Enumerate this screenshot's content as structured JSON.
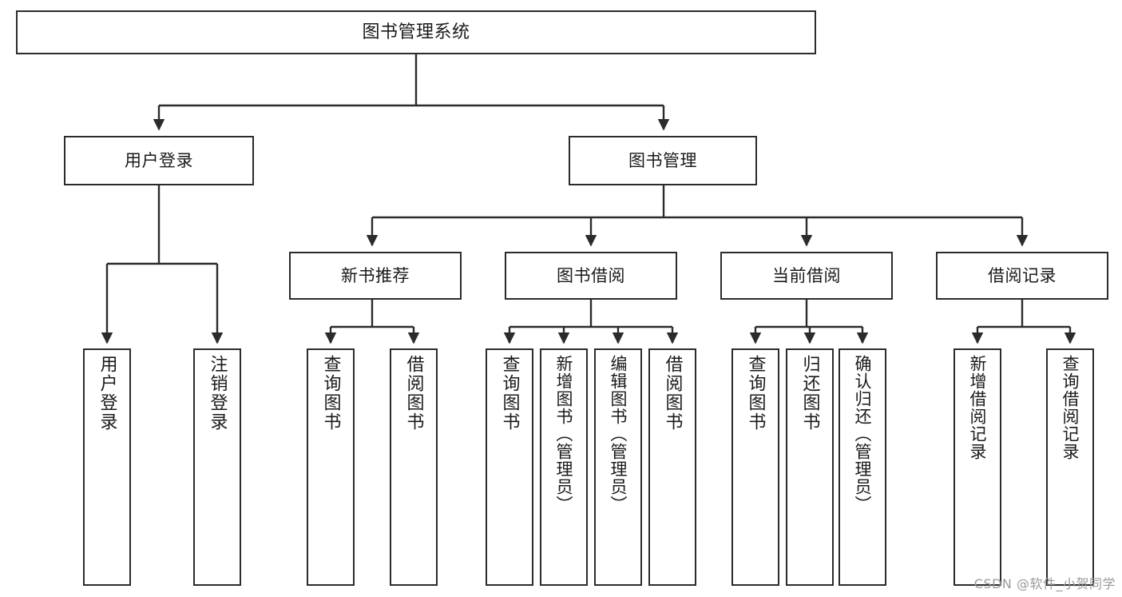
{
  "diagram": {
    "type": "tree",
    "title": "图书管理系统",
    "orientation": "top-down",
    "colors": {
      "box_border": "#2b2b2b",
      "box_fill": "#ffffff",
      "connector": "#2b2b2b",
      "text": "#1a1a1a",
      "watermark": "#9a9a9a"
    },
    "levels": 4
  },
  "root": {
    "label": "图书管理系统"
  },
  "level2": [
    {
      "label": "用户登录"
    },
    {
      "label": "图书管理"
    }
  ],
  "level3": [
    {
      "label": "新书推荐"
    },
    {
      "label": "图书借阅"
    },
    {
      "label": "当前借阅"
    },
    {
      "label": "借阅记录"
    }
  ],
  "leaves": {
    "user_login": [
      {
        "label": "用户登录"
      },
      {
        "label": "注销登录"
      }
    ],
    "new_book_recommend": [
      {
        "label": "查询图书"
      },
      {
        "label": "借阅图书"
      }
    ],
    "book_borrow": [
      {
        "label": "查询图书"
      },
      {
        "label": "新增图书（管理员）"
      },
      {
        "label": "编辑图书（管理员）"
      },
      {
        "label": "借阅图书"
      }
    ],
    "current_borrow": [
      {
        "label": "查询图书"
      },
      {
        "label": "归还图书"
      },
      {
        "label": "确认归还（管理员）"
      }
    ],
    "borrow_record": [
      {
        "label": "新增借阅记录"
      },
      {
        "label": "查询借阅记录"
      }
    ]
  },
  "watermark": {
    "text": "CSDN @软件_小贺同学"
  }
}
